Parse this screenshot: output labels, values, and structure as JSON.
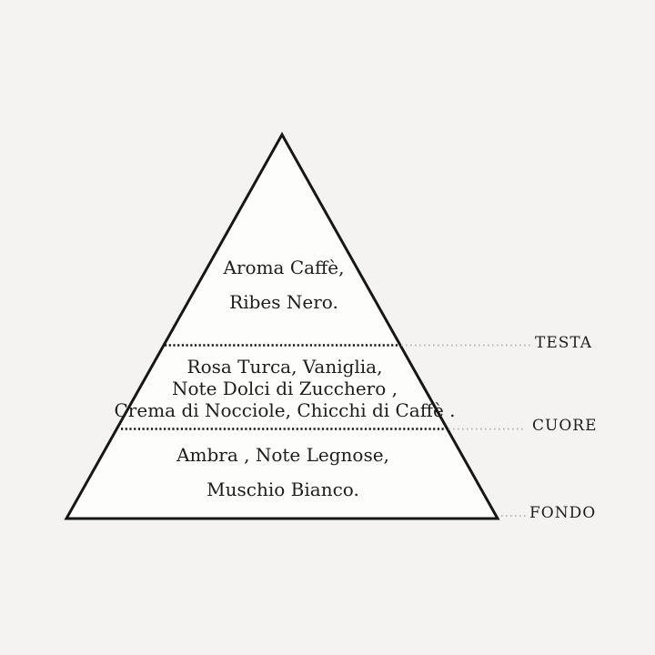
{
  "colors": {
    "page_bg": "#f4f3f1",
    "triangle_fill": "#fdfdfc",
    "line_ink": "#161616",
    "text_ink": "#1d1d1d",
    "outer_dots": "#b5b3b0"
  },
  "pyramid": {
    "type": "fragrance-notes-pyramid",
    "sections": [
      {
        "id": "testa",
        "label": "TESTA",
        "lines": [
          "Aroma Caffè,",
          "Ribes Nero."
        ]
      },
      {
        "id": "cuore",
        "label": "CUORE",
        "lines": [
          "Rosa Turca, Vaniglia,",
          "Note Dolci di Zucchero ,",
          "Crema di Nocciole, Chicchi di Caffè ."
        ]
      },
      {
        "id": "fondo",
        "label": "FONDO",
        "lines": [
          "Ambra , Note Legnose,",
          "Muschio Bianco."
        ]
      }
    ]
  }
}
